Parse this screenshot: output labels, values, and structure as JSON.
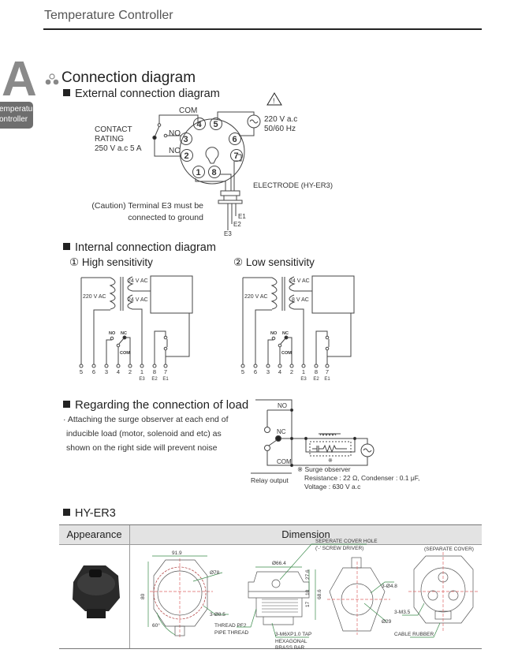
{
  "header": {
    "title": "Temperature Controller"
  },
  "side_tab": {
    "letter": "A",
    "line1": "Temperature",
    "line2": "controller"
  },
  "section": {
    "title": "Connection diagram"
  },
  "external": {
    "title": "External connection diagram",
    "com": "COM",
    "no": "NO",
    "nc": "NC",
    "contact_rating": [
      "CONTACT",
      "RATING",
      "250 V a.c   5 A"
    ],
    "power": [
      "220 V a.c",
      "50/60 Hz"
    ],
    "pins": [
      "1",
      "2",
      "3",
      "4",
      "5",
      "6",
      "7",
      "8"
    ],
    "electrode": "ELECTRODE (HY-ER3)",
    "caution": [
      "(Caution) Terminal E3 must be",
      "connected to ground"
    ],
    "e_labels": [
      "E1",
      "E2",
      "E3"
    ]
  },
  "internal": {
    "title": "Internal connection diagram",
    "high": {
      "label": "① High sensitivity",
      "primary": "220 V AC",
      "sec1": "24 V AC",
      "sec2": "24 V AC"
    },
    "low": {
      "label": "② Low sensitivity",
      "primary": "220 V AC",
      "sec1": "24 V AC",
      "sec2": "8 V AC"
    },
    "no": "NO",
    "nc": "NC",
    "com": "COM",
    "terminals": [
      "5",
      "6",
      "3",
      "4",
      "2",
      "1",
      "8",
      "7"
    ],
    "e_labels": [
      "E3",
      "E2",
      "E1"
    ]
  },
  "load": {
    "title": "Regarding the connection of load",
    "description": [
      "· Attaching the surge observer at each end of",
      "inducible load (motor, solenoid and etc) as",
      "shown on the right side will prevent noise"
    ],
    "no": "NO",
    "nc": "NC",
    "com": "COM",
    "mark": "※",
    "relay_output": "Relay output",
    "surge": [
      "※ Surge observer",
      "Resistance : 22 Ω, Condenser : 0.1 μF,",
      "Voltage : 630 V a.c"
    ]
  },
  "hyer3": {
    "title": "HY-ER3",
    "col_appearance": "Appearance",
    "col_dimension": "Dimension",
    "dims": {
      "w": "91.9",
      "h": "80",
      "d78": "Ø78",
      "a60": "60°",
      "hole": "3-Ø8.5",
      "thread1": "THREAD PF2",
      "thread2": "PIPE THREAD",
      "d664": "Ø66.4",
      "h276": "27.6",
      "h10": "10",
      "h17": "17",
      "h686": "68.6",
      "tap": "3-M6XP1.0 TAP",
      "hex1": "HEXAGONAL",
      "hex2": "BRASS BAR",
      "cover_hole1": "SEPERATE COVER HOLE",
      "cover_hole2": "('-' SCREW DRIVER)",
      "d48": "3-Ø4.8",
      "d29": "Ø29",
      "sep_cover": "(SEPARATE COVER)",
      "m35": "3-M3.5",
      "cable": "CABLE RUBBER"
    }
  }
}
